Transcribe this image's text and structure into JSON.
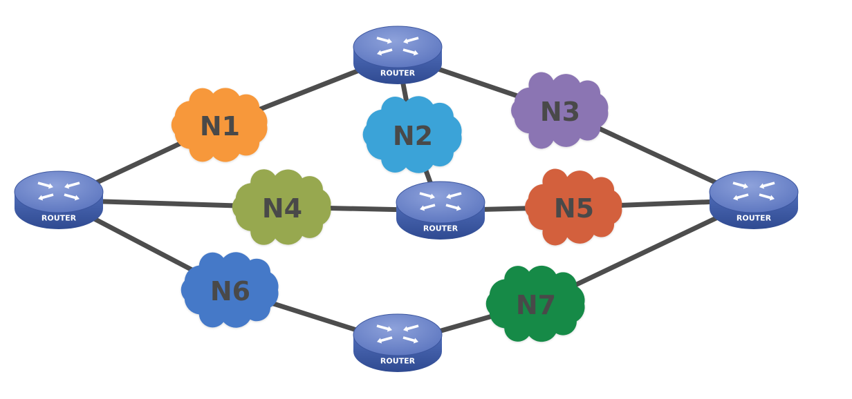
{
  "diagram": {
    "routers": [
      {
        "id": "r-top",
        "label": "ROUTER"
      },
      {
        "id": "r-left",
        "label": "ROUTER"
      },
      {
        "id": "r-center",
        "label": "ROUTER"
      },
      {
        "id": "r-right",
        "label": "ROUTER"
      },
      {
        "id": "r-bottom",
        "label": "ROUTER"
      }
    ],
    "networks": [
      {
        "id": "N1",
        "label": "N1",
        "color": "#f7983a"
      },
      {
        "id": "N2",
        "label": "N2",
        "color": "#3aa3d8"
      },
      {
        "id": "N3",
        "label": "N3",
        "color": "#8b74b3"
      },
      {
        "id": "N4",
        "label": "N4",
        "color": "#97a84f"
      },
      {
        "id": "N5",
        "label": "N5",
        "color": "#d3603d"
      },
      {
        "id": "N6",
        "label": "N6",
        "color": "#4579c8"
      },
      {
        "id": "N7",
        "label": "N7",
        "color": "#138a47"
      }
    ],
    "links": [
      [
        "r-left",
        "N1"
      ],
      [
        "N1",
        "r-top"
      ],
      [
        "r-top",
        "N2"
      ],
      [
        "N2",
        "r-center"
      ],
      [
        "r-top",
        "N3"
      ],
      [
        "N3",
        "r-right"
      ],
      [
        "r-left",
        "N4"
      ],
      [
        "N4",
        "r-center"
      ],
      [
        "r-center",
        "N5"
      ],
      [
        "N5",
        "r-right"
      ],
      [
        "r-left",
        "N6"
      ],
      [
        "N6",
        "r-bottom"
      ],
      [
        "r-bottom",
        "N7"
      ],
      [
        "N7",
        "r-right"
      ]
    ],
    "colors": {
      "link": "#4d4d4d",
      "router_top": "#6f87c9",
      "router_body": "#3d5aa6",
      "label_text": "#4a4a4a"
    }
  }
}
